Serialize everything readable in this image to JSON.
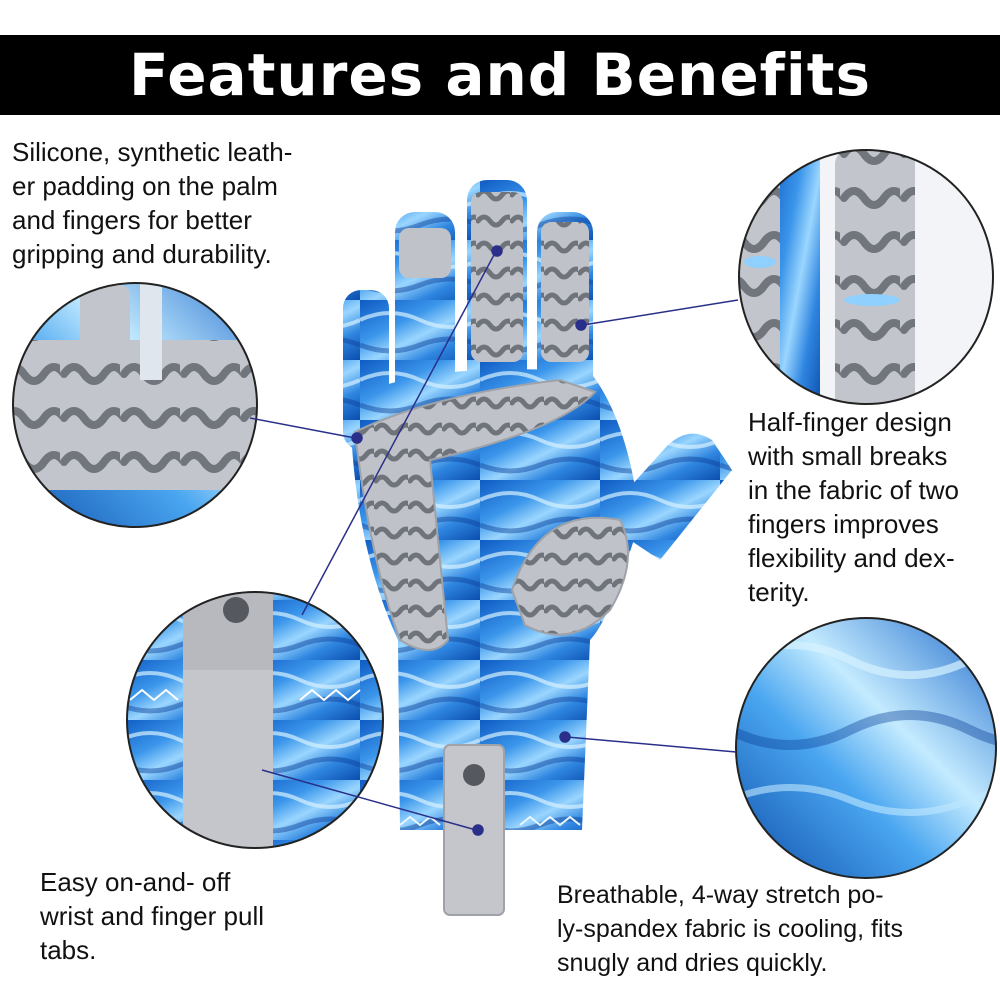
{
  "banner": {
    "title": "Features and Benefits"
  },
  "colors": {
    "banner_bg": "#000000",
    "banner_text": "#ffffff",
    "fabric_blue": "#1e6fd6",
    "fabric_light": "#8fd0ff",
    "pad_gray": "#b9bcc2",
    "pad_dark": "#6e7178",
    "callout_line": "#2a2f8a"
  },
  "callouts": {
    "padding": {
      "lines": [
        "Silicone, synthetic leath-",
        "er padding on the palm",
        "and fingers for better",
        "gripping and durability."
      ]
    },
    "half_finger": {
      "lines": [
        "Half-finger design",
        "with small breaks",
        "in the fabric of two",
        "fingers improves",
        "flexibility and dex-",
        "terity."
      ]
    },
    "pull_tabs": {
      "lines": [
        "Easy on-and- off",
        "wrist and finger pull",
        "tabs."
      ]
    },
    "fabric": {
      "lines": [
        "Breathable, 4-way stretch po-",
        "ly-spandex fabric is cooling, fits",
        "snugly and dries quickly."
      ]
    }
  }
}
